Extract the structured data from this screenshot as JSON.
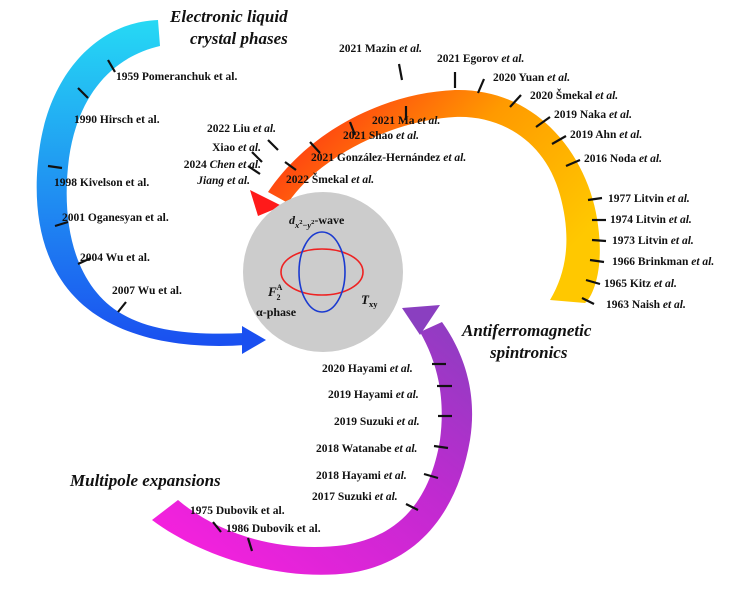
{
  "branches": {
    "electronic": {
      "title_line1": "Electronic liquid",
      "title_line2": "crystal phases",
      "gradient": [
        "#26d9f4",
        "#1a4ff0"
      ],
      "labels": [
        {
          "name": "label-1959-pomeranchuk",
          "parts": [
            {
              "t": "1959 Pomeranchuk et al."
            }
          ]
        },
        {
          "name": "label-1990-hirsch",
          "parts": [
            {
              "t": "1990 Hirsch et al."
            }
          ]
        },
        {
          "name": "label-1998-kivelson",
          "parts": [
            {
              "t": "1998 Kivelson et al."
            }
          ]
        },
        {
          "name": "label-2001-oganesyan",
          "parts": [
            {
              "t": "2001 Oganesyan et al."
            }
          ]
        },
        {
          "name": "label-2004-wu",
          "parts": [
            {
              "t": "2004 Wu et al."
            }
          ]
        },
        {
          "name": "label-2007-wu",
          "parts": [
            {
              "t": "2007 Wu et al."
            }
          ]
        }
      ]
    },
    "afm": {
      "title_line1": "Antiferromagnetic",
      "title_line2": "spintronics",
      "gradient": [
        "#ff1a1a",
        "#ff9a00",
        "#ffc800"
      ],
      "labels": [
        {
          "name": "label-2021-mazin",
          "parts": [
            {
              "t": "2021 Mazin "
            },
            {
              "t": "et al.",
              "i": true
            }
          ]
        },
        {
          "name": "label-2021-egorov",
          "parts": [
            {
              "t": "2021 Egorov "
            },
            {
              "t": "et al.",
              "i": true
            }
          ]
        },
        {
          "name": "label-2020-yuan",
          "parts": [
            {
              "t": "2020 Yuan "
            },
            {
              "t": "et al.",
              "i": true
            }
          ]
        },
        {
          "name": "label-2020-smekal",
          "parts": [
            {
              "t": "2020 Šmekal "
            },
            {
              "t": "et al.",
              "i": true
            }
          ]
        },
        {
          "name": "label-2019-naka",
          "parts": [
            {
              "t": "2019 Naka "
            },
            {
              "t": "et al.",
              "i": true
            }
          ]
        },
        {
          "name": "label-2019-ahn",
          "parts": [
            {
              "t": "2019 Ahn "
            },
            {
              "t": "et al.",
              "i": true
            }
          ]
        },
        {
          "name": "label-2016-noda",
          "parts": [
            {
              "t": "2016 Noda "
            },
            {
              "t": "et al.",
              "i": true
            }
          ]
        },
        {
          "name": "label-1977-litvin",
          "parts": [
            {
              "t": "1977 Litvin "
            },
            {
              "t": "et al.",
              "i": true
            }
          ]
        },
        {
          "name": "label-1974-litvin",
          "parts": [
            {
              "t": "1974 Litvin "
            },
            {
              "t": "et al.",
              "i": true
            }
          ]
        },
        {
          "name": "label-1973-litvin",
          "parts": [
            {
              "t": "1973 Litvin "
            },
            {
              "t": "et al.",
              "i": true
            }
          ]
        },
        {
          "name": "label-1966-brinkman",
          "parts": [
            {
              "t": "1966 Brinkman "
            },
            {
              "t": "et al.",
              "i": true
            }
          ]
        },
        {
          "name": "label-1965-kitz",
          "parts": [
            {
              "t": "1965 Kitz "
            },
            {
              "t": "et al.",
              "i": true
            }
          ]
        },
        {
          "name": "label-1963-naish",
          "parts": [
            {
              "t": "1963 Naish "
            },
            {
              "t": "et al.",
              "i": true
            }
          ]
        },
        {
          "name": "label-2021-ma",
          "parts": [
            {
              "t": "2021 Ma "
            },
            {
              "t": "et al.",
              "i": true
            }
          ]
        },
        {
          "name": "label-2021-shao",
          "parts": [
            {
              "t": "2021 Shao "
            },
            {
              "t": "et al.",
              "i": true
            }
          ]
        },
        {
          "name": "label-2021-gonzalez-hernandez",
          "parts": [
            {
              "t": "2021 González-Hernández "
            },
            {
              "t": "et al.",
              "i": true
            }
          ]
        },
        {
          "name": "label-2022-smekal",
          "parts": [
            {
              "t": "2022 Šmekal "
            },
            {
              "t": "et al.",
              "i": true
            }
          ]
        },
        {
          "name": "label-2022-liu",
          "parts": [
            {
              "t": "2022 Liu "
            },
            {
              "t": "et al.",
              "i": true
            }
          ]
        },
        {
          "name": "label-xiao",
          "parts": [
            {
              "t": "Xiao "
            },
            {
              "t": "et al.",
              "i": true
            }
          ]
        },
        {
          "name": "label-2024-chen",
          "parts": [
            {
              "t": "2024 "
            },
            {
              "t": "Chen et al.",
              "i": true
            }
          ]
        },
        {
          "name": "label-jiang",
          "parts": [
            {
              "t": "Jiang et al.",
              "i": true
            }
          ]
        }
      ]
    },
    "multipole": {
      "title": "Multipole expansions",
      "gradient": [
        "#ff1fe0",
        "#c02ad0",
        "#8a3fc0"
      ],
      "labels": [
        {
          "name": "label-2020-hayami",
          "parts": [
            {
              "t": "2020 Hayami "
            },
            {
              "t": "et al.",
              "i": true
            }
          ]
        },
        {
          "name": "label-2019-hayami",
          "parts": [
            {
              "t": "2019 Hayami "
            },
            {
              "t": "et al.",
              "i": true
            }
          ]
        },
        {
          "name": "label-2019-suzuki",
          "parts": [
            {
              "t": "2019 Suzuki "
            },
            {
              "t": "et al.",
              "i": true
            }
          ]
        },
        {
          "name": "label-2018-watanabe",
          "parts": [
            {
              "t": "2018 Watanabe "
            },
            {
              "t": "et al.",
              "i": true
            }
          ]
        },
        {
          "name": "label-2018-hayami",
          "parts": [
            {
              "t": "2018 Hayami "
            },
            {
              "t": "et al.",
              "i": true
            }
          ]
        },
        {
          "name": "label-2017-suzuki",
          "parts": [
            {
              "t": "2017 Suzuki "
            },
            {
              "t": "et al.",
              "i": true
            }
          ]
        },
        {
          "name": "label-1975-dubovik",
          "parts": [
            {
              "t": "1975 Dubovik et al."
            }
          ]
        },
        {
          "name": "label-1986-dubovik",
          "parts": [
            {
              "t": "1986 Dubovik et al."
            }
          ]
        }
      ]
    }
  },
  "center": {
    "d_prefix": "d",
    "d_sub_x": "x",
    "d_sub_2a": "2",
    "d_sub_minus": "−",
    "d_sub_y": "y",
    "d_sub_2b": "2",
    "d_suffix": "-wave",
    "f_letter": "F",
    "f_sup": "A",
    "f_sub": "2",
    "alpha": "α-phase",
    "t_letter": "T",
    "t_sub": "xy",
    "colors": {
      "disc": "#cccccc",
      "ellipse_h": "#ee2222",
      "ellipse_v": "#1a3ad0"
    }
  }
}
